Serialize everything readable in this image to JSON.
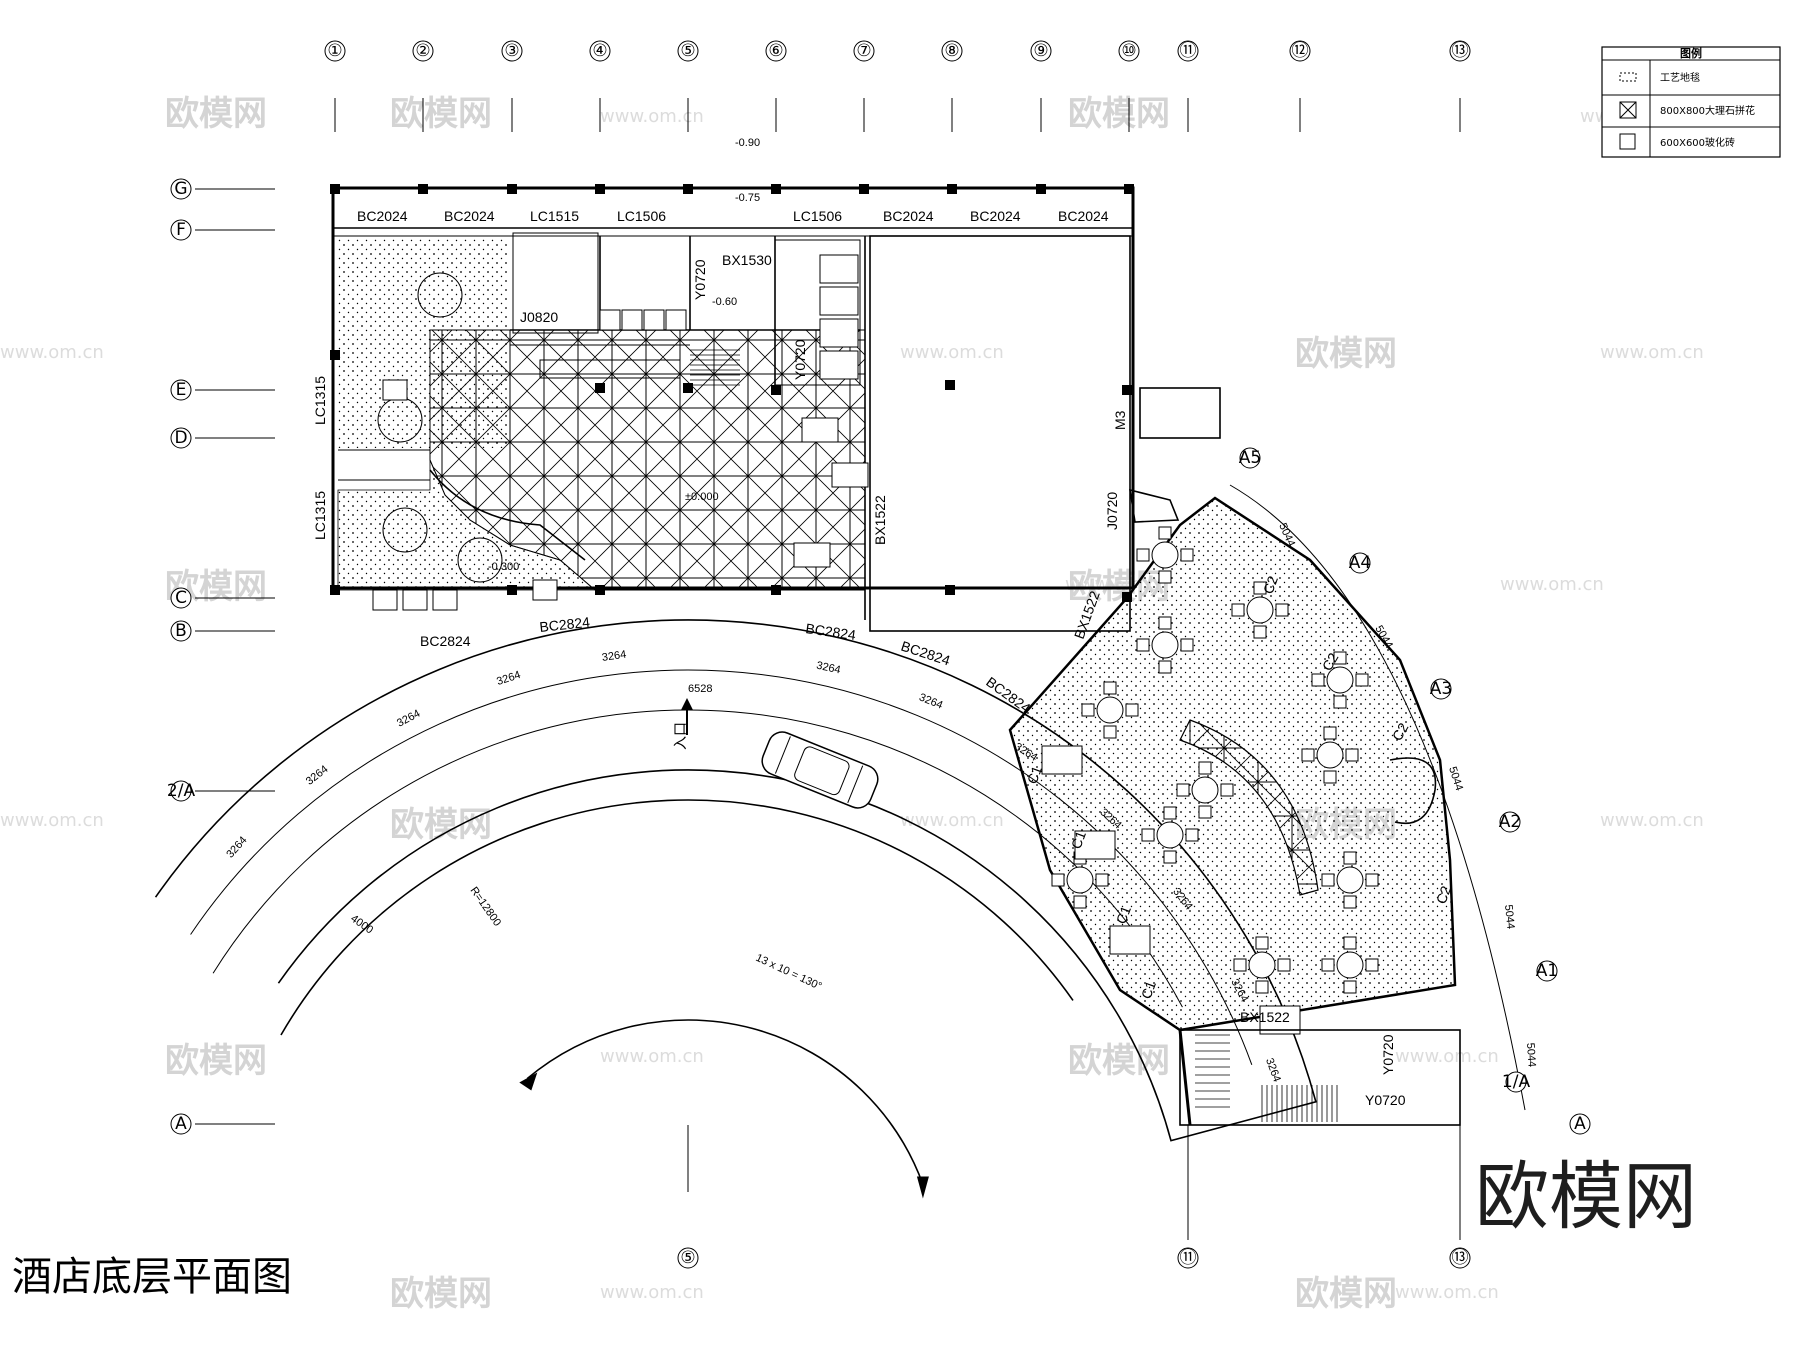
{
  "title": "酒店底层平面图",
  "watermark": {
    "brand": "欧模网",
    "url": "www.om.cn"
  },
  "legend": {
    "header": "图例",
    "items": [
      {
        "symbol": "dashed-rect-icon",
        "label": "工艺地毯"
      },
      {
        "symbol": "crossed-square-icon",
        "label": "800X800大理石拼花"
      },
      {
        "symbol": "square-icon",
        "label": "600X600玻化砖"
      }
    ]
  },
  "grid_columns_top": [
    "①",
    "②",
    "③",
    "④",
    "⑤",
    "⑥",
    "⑦",
    "⑧",
    "⑨",
    "⑩",
    "⑪",
    "⑫",
    "⑬"
  ],
  "grid_columns_bottom": [
    "⑤",
    "⑪",
    "⑬"
  ],
  "grid_rows_left": [
    "G",
    "F",
    "E",
    "D",
    "C",
    "B",
    "2/A",
    "A"
  ],
  "arc_axes": [
    "A5",
    "A4",
    "A3",
    "A2",
    "A1",
    "1/A",
    "A"
  ],
  "windows_top": [
    "BC2024",
    "BC2024",
    "LC1515",
    "LC1506",
    "LC1506",
    "BC2024",
    "BC2024",
    "BC2024"
  ],
  "windows_front": [
    "BC2824",
    "BC2824",
    "BC2824",
    "BC2824",
    "BC2824"
  ],
  "side_windows": [
    "LC1315",
    "LC1315"
  ],
  "doors": [
    "BX1530",
    "J0820",
    "Y0720",
    "Y0720",
    "BX1522",
    "M3",
    "J0720",
    "BX1522",
    "BX1522",
    "Y0720",
    "Y0720"
  ],
  "banquet_labels": [
    "C1",
    "C1",
    "C1",
    "C1",
    "C2",
    "C2",
    "C2",
    "C2"
  ],
  "levels": [
    "-0.90",
    "-0.75",
    "-0.60",
    "±0.000",
    "-0.300"
  ],
  "dimensions": {
    "arc_segment": "3264",
    "arc_center": "6528",
    "wing_segment": "5044",
    "drive_width": "4000",
    "radius": "R=12800",
    "angle": "13 x 10 = 130°"
  },
  "entrance_label": "入口"
}
